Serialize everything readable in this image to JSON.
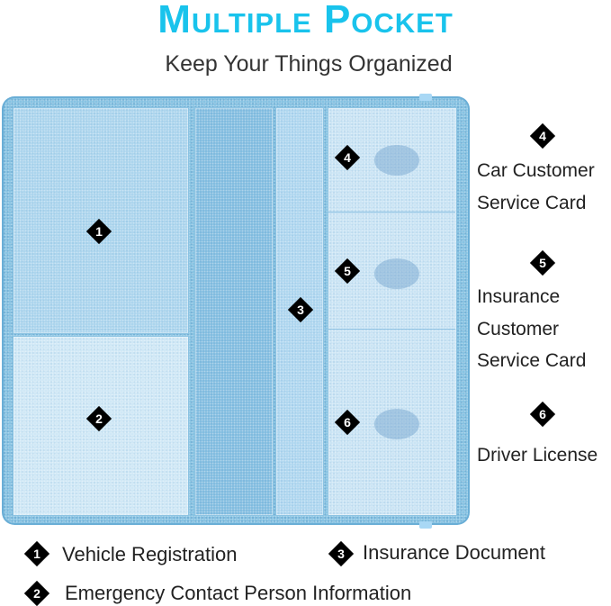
{
  "header": {
    "title": "Multiple Pocket",
    "subtitle": "Keep Your Things Organized"
  },
  "colors": {
    "title": "#19c3ec",
    "wallet": "#7fbfe0",
    "badge": "#000000"
  },
  "wallet": {
    "pockets": [
      {
        "number": "1",
        "name": "Vehicle Registration"
      },
      {
        "number": "2",
        "name": "Emergency Contact Person Information"
      },
      {
        "number": "3",
        "name": "Insurance Document"
      },
      {
        "number": "4",
        "name": "Car Customer Service Card"
      },
      {
        "number": "5",
        "name": "Insurance Customer Service Card"
      },
      {
        "number": "6",
        "name": "Driver License"
      }
    ]
  },
  "side_labels": [
    {
      "number": "4",
      "lines": [
        "Car Customer",
        "Service Card"
      ]
    },
    {
      "number": "5",
      "lines": [
        "Insurance",
        "Customer",
        "Service Card"
      ]
    },
    {
      "number": "6",
      "lines": [
        "Driver License"
      ]
    }
  ],
  "legend": [
    {
      "number": "1",
      "text": "Vehicle Registration"
    },
    {
      "number": "3",
      "text": "Insurance Document"
    },
    {
      "number": "2",
      "text": "Emergency Contact Person Information"
    }
  ]
}
